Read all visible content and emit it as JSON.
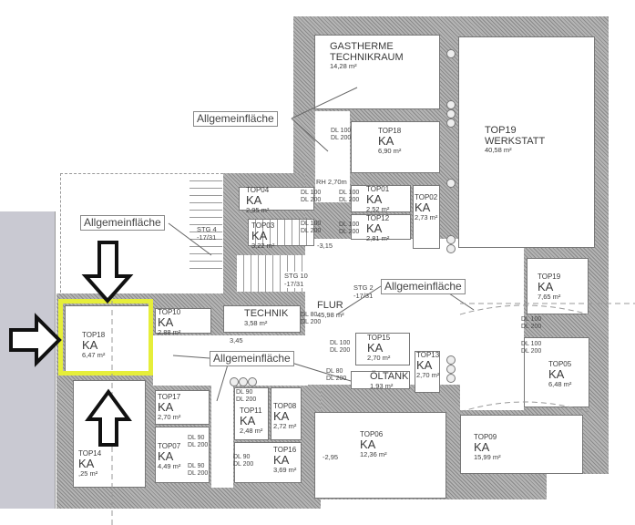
{
  "rooms": [
    {
      "key": "gastherme",
      "id": "GASTHERME",
      "type": "TECHNIKRAUM",
      "area": "14,28 m²"
    },
    {
      "key": "top18a",
      "id": "TOP18",
      "type": "KA",
      "area": "6,90 m²"
    },
    {
      "key": "top19w",
      "id": "TOP19",
      "type": "WERKSTATT",
      "area": "40,58 m²"
    },
    {
      "key": "top04",
      "id": "TOP04",
      "type": "KA",
      "area": "2,95 m²"
    },
    {
      "key": "top03",
      "id": "TOP03",
      "type": "KA",
      "area": "3,22 m²"
    },
    {
      "key": "top01",
      "id": "TOP01",
      "type": "KA",
      "area": "2,52 m²"
    },
    {
      "key": "top12",
      "id": "TOP12",
      "type": "KA",
      "area": "2,81 m²"
    },
    {
      "key": "top02",
      "id": "TOP02",
      "type": "KA",
      "area": "2,73 m²"
    },
    {
      "key": "flur",
      "id": "FLUR",
      "type": "",
      "area": "45,98 m²"
    },
    {
      "key": "top10",
      "id": "TOP10",
      "type": "KA",
      "area": "2,88 m²"
    },
    {
      "key": "technik",
      "id": "TECHNIK",
      "type": "",
      "area": "3,58 m²"
    },
    {
      "key": "top18b",
      "id": "TOP18",
      "type": "KA",
      "area": "6,47 m²"
    },
    {
      "key": "top14",
      "id": "TOP14",
      "type": "KA",
      "area": ",25 m²"
    },
    {
      "key": "top17",
      "id": "TOP17",
      "type": "KA",
      "area": "2,70 m²"
    },
    {
      "key": "top07",
      "id": "TOP07",
      "type": "KA",
      "area": "4,49 m²"
    },
    {
      "key": "top11",
      "id": "TOP11",
      "type": "KA",
      "area": "2,48 m²"
    },
    {
      "key": "top08",
      "id": "TOP08",
      "type": "KA",
      "area": "2,72 m²"
    },
    {
      "key": "top16",
      "id": "TOP16",
      "type": "KA",
      "area": "3,69 m²"
    },
    {
      "key": "top15",
      "id": "TOP15",
      "type": "KA",
      "area": "2,70 m²"
    },
    {
      "key": "oeltank",
      "id": "ÖLTANK",
      "type": "",
      "area": "1,93 m²"
    },
    {
      "key": "top13",
      "id": "TOP13",
      "type": "KA",
      "area": "2,70 m²"
    },
    {
      "key": "top06",
      "id": "TOP06",
      "type": "KA",
      "area": "12,36 m²"
    },
    {
      "key": "top19b",
      "id": "TOP19",
      "type": "KA",
      "area": "7,65 m²"
    },
    {
      "key": "top05",
      "id": "TOP05",
      "type": "KA",
      "area": "6,48 m²"
    },
    {
      "key": "top09",
      "id": "TOP09",
      "type": "KA",
      "area": "15,99 m²"
    }
  ],
  "common_area_label": "Allgemeinfläche",
  "door_labels": {
    "dl100": "DL 100",
    "dl200": "DL 200",
    "dl90": "DL 90",
    "dl80": "DL 80"
  },
  "notes": {
    "rh": "RH 2,70m",
    "stg4": "STG 4",
    "stg10": "STG 10",
    "stg2": "STG 2",
    "stg_ratio": "-17/31",
    "level_a": "-3,15",
    "level_b": "-2,95",
    "level_c": "3,45"
  },
  "colors": {
    "highlight": "#e6ee3a",
    "wall": "#9a9a9a",
    "margin": "#c9c9d2"
  }
}
